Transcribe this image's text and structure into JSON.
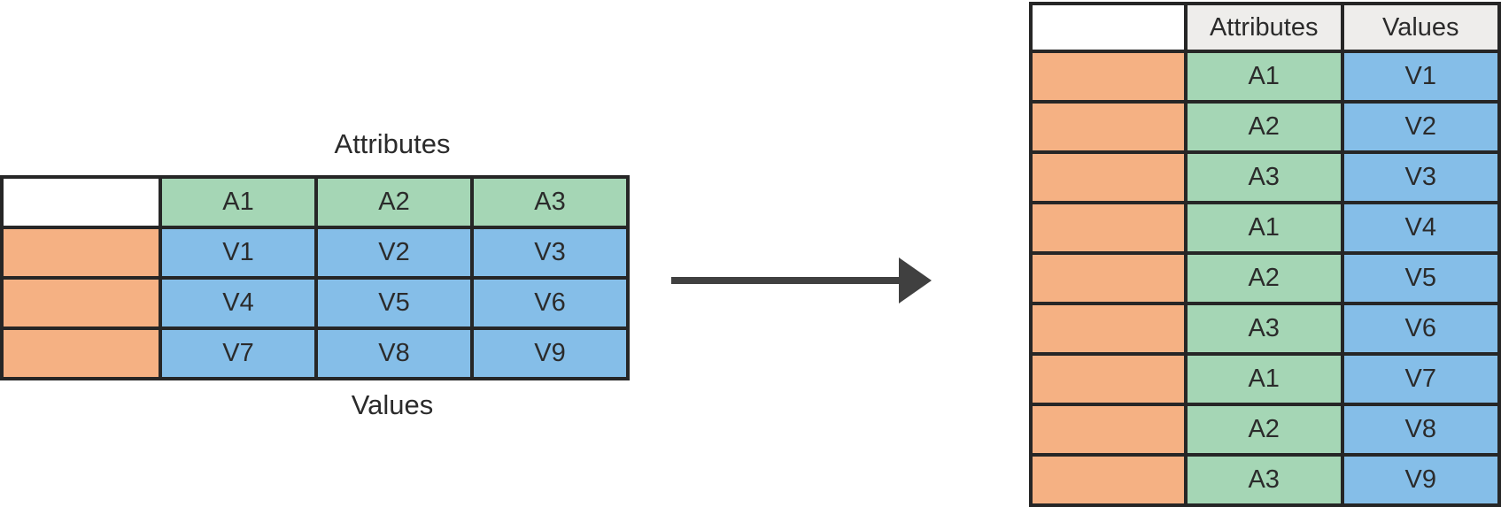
{
  "diagram": {
    "description_type": "table-transformation",
    "left_table": {
      "label_top": "Attributes",
      "label_bottom": "Values",
      "headers": [
        "A1",
        "A2",
        "A3"
      ],
      "rows": [
        [
          "V1",
          "V2",
          "V3"
        ],
        [
          "V4",
          "V5",
          "V6"
        ],
        [
          "V7",
          "V8",
          "V9"
        ]
      ]
    },
    "arrow": {
      "icon": "right-arrow-icon",
      "direction": "right"
    },
    "right_table": {
      "headers": [
        "Attributes",
        "Values"
      ],
      "rows": [
        [
          "A1",
          "V1"
        ],
        [
          "A2",
          "V2"
        ],
        [
          "A3",
          "V3"
        ],
        [
          "A1",
          "V4"
        ],
        [
          "A2",
          "V5"
        ],
        [
          "A3",
          "V6"
        ],
        [
          "A1",
          "V7"
        ],
        [
          "A2",
          "V8"
        ],
        [
          "A3",
          "V9"
        ]
      ]
    },
    "colors": {
      "orange": "#F5B183",
      "green": "#A5D6B5",
      "blue": "#85BEE8",
      "header_gray": "#EEEDEB",
      "border": "#262626",
      "arrow": "#404040"
    }
  }
}
